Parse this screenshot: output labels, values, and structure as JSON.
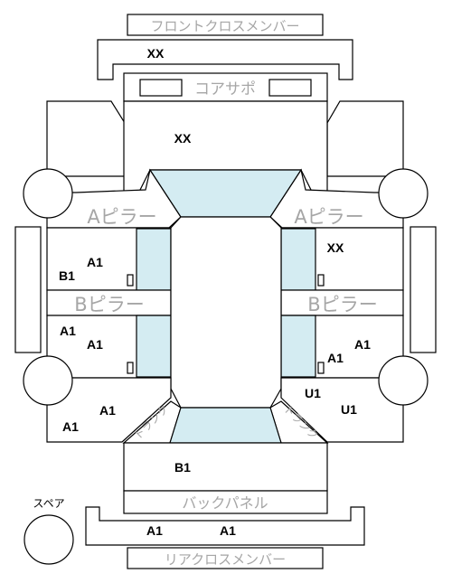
{
  "labels": {
    "front_cross_member": "フロントクロスメンバー",
    "core_support": "コアサポ",
    "a_pillar_left": "Aピラー",
    "a_pillar_right": "Aピラー",
    "b_pillar_left": "Bピラー",
    "b_pillar_right": "Bピラー",
    "back_panel": "バックパネル",
    "rear_cross_member": "リアクロスメンバー",
    "spare": "スペア",
    "trunk_left": "トランク",
    "trunk_right": "トランク"
  },
  "codes": {
    "front_cross_member": "XX",
    "hood": "XX",
    "front_door_left_a": "A1",
    "front_door_left_b": "B1",
    "front_door_right": "XX",
    "rear_door_left_top": "A1",
    "rear_door_left_bottom": "A1",
    "rear_door_right_top": "A1",
    "rear_door_right_bottom": "A1",
    "rear_fender_left_top": "A1",
    "rear_fender_left_bottom": "A1",
    "rear_fender_right_top": "U1",
    "rear_fender_right_bottom": "U1",
    "trunk": "B1",
    "rear_cross_member_left": "A1",
    "rear_cross_member_right": "A1"
  },
  "colors": {
    "glass": "#d4ecf2",
    "line": "#000000",
    "label_gray": "#a6a6a6"
  }
}
